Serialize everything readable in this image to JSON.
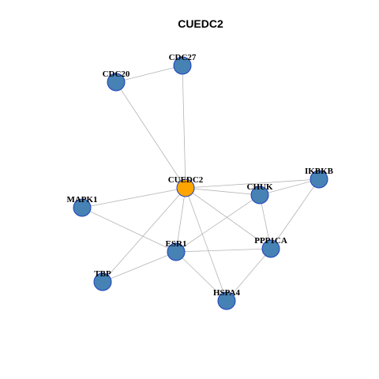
{
  "title": "CUEDC2",
  "colors": {
    "hub_fill": "#FFA500",
    "node_fill": "#4682B4",
    "node_stroke": "#1F3FBF",
    "edge": "#B4B4B4"
  },
  "nodes": [
    {
      "id": "CUEDC2",
      "label": "CUEDC2",
      "hub": true
    },
    {
      "id": "CDC27",
      "label": "CDC27",
      "hub": false
    },
    {
      "id": "CDC20",
      "label": "CDC20",
      "hub": false
    },
    {
      "id": "IKBKB",
      "label": "IKBKB",
      "hub": false
    },
    {
      "id": "CHUK",
      "label": "CHUK",
      "hub": false
    },
    {
      "id": "MAPK1",
      "label": "MAPK1",
      "hub": false
    },
    {
      "id": "PPP1CA",
      "label": "PPP1CA",
      "hub": false
    },
    {
      "id": "ESR1",
      "label": "ESR1",
      "hub": false
    },
    {
      "id": "TBP",
      "label": "TBP",
      "hub": false
    },
    {
      "id": "HSPA4",
      "label": "HSPA4",
      "hub": false
    }
  ],
  "edges": [
    [
      "CDC20",
      "CDC27"
    ],
    [
      "CDC20",
      "CUEDC2"
    ],
    [
      "CDC27",
      "CUEDC2"
    ],
    [
      "CUEDC2",
      "IKBKB"
    ],
    [
      "CUEDC2",
      "CHUK"
    ],
    [
      "CUEDC2",
      "MAPK1"
    ],
    [
      "CUEDC2",
      "ESR1"
    ],
    [
      "CUEDC2",
      "TBP"
    ],
    [
      "CUEDC2",
      "HSPA4"
    ],
    [
      "CUEDC2",
      "PPP1CA"
    ],
    [
      "IKBKB",
      "CHUK"
    ],
    [
      "IKBKB",
      "PPP1CA"
    ],
    [
      "CHUK",
      "PPP1CA"
    ],
    [
      "CHUK",
      "ESR1"
    ],
    [
      "MAPK1",
      "ESR1"
    ],
    [
      "ESR1",
      "PPP1CA"
    ],
    [
      "ESR1",
      "TBP"
    ],
    [
      "ESR1",
      "HSPA4"
    ],
    [
      "PPP1CA",
      "HSPA4"
    ]
  ]
}
